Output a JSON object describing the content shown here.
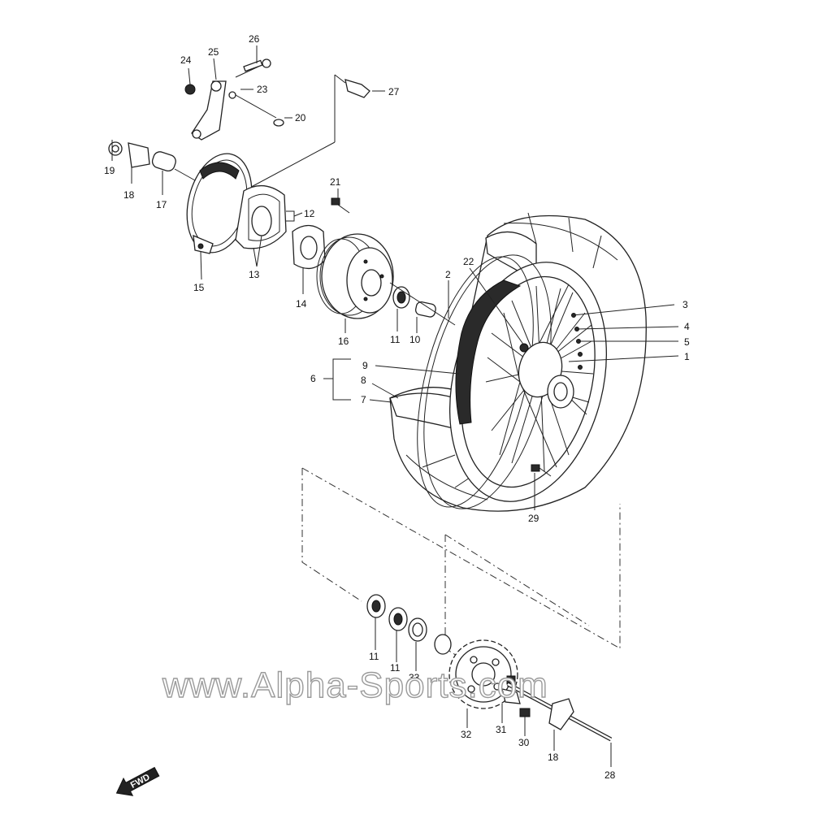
{
  "watermark": "www.Alpha-Sports.com",
  "direction_arrow": "FWD",
  "callouts": {
    "c1": "1",
    "c2": "2",
    "c3": "3",
    "c4": "4",
    "c5": "5",
    "c6": "6",
    "c7": "7",
    "c8": "8",
    "c9": "9",
    "c10": "10",
    "c11a": "11",
    "c11b": "11",
    "c11c": "11",
    "c12": "12",
    "c13": "13",
    "c14": "14",
    "c15": "15",
    "c16": "16",
    "c17": "17",
    "c18a": "18",
    "c18b": "18",
    "c19": "19",
    "c20": "20",
    "c21": "21",
    "c22": "22",
    "c23": "23",
    "c24": "24",
    "c25": "25",
    "c26": "26",
    "c27": "27",
    "c28": "28",
    "c29": "29",
    "c30": "30",
    "c31": "31",
    "c32": "32",
    "c33": "33"
  }
}
